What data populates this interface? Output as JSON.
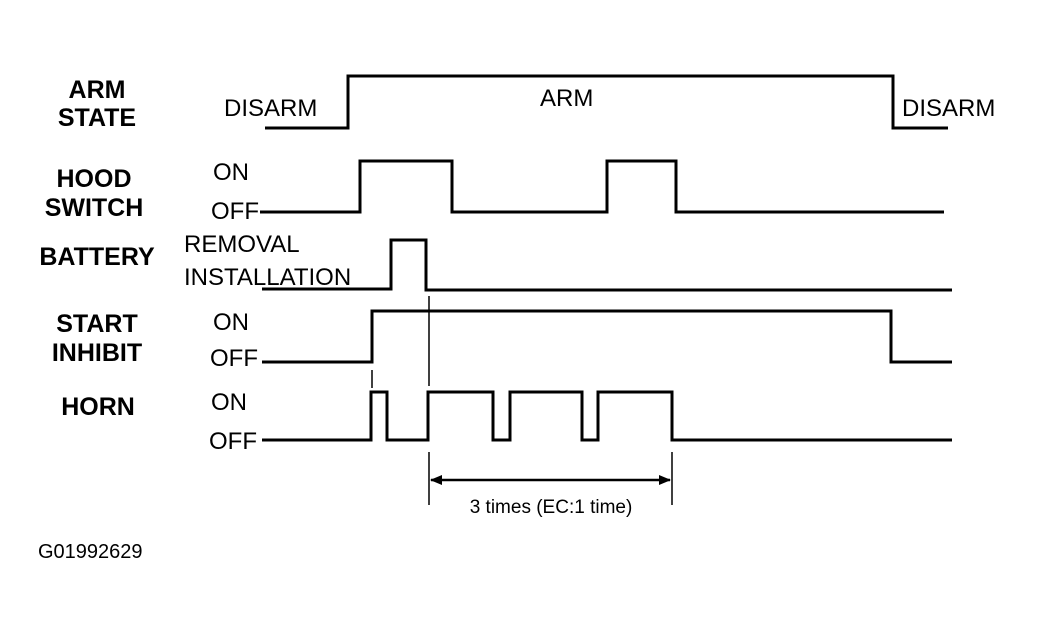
{
  "signals": {
    "arm_state": {
      "name_line1": "ARM",
      "name_line2": "STATE",
      "left_state": "DISARM",
      "mid_state": "ARM",
      "right_state": "DISARM"
    },
    "hood_switch": {
      "name_line1": "HOOD",
      "name_line2": "SWITCH",
      "on_label": "ON",
      "off_label": "OFF"
    },
    "battery": {
      "name_line1": "BATTERY",
      "upper_label": "REMOVAL",
      "lower_label": "INSTALLATION"
    },
    "start_inhibit": {
      "name_line1": "START",
      "name_line2": "INHIBIT",
      "on_label": "ON",
      "off_label": "OFF"
    },
    "horn": {
      "name_line1": "HORN",
      "on_label": "ON",
      "off_label": "OFF"
    }
  },
  "horn_interval_note": "3 times (EC:1 time)",
  "figure_id": "G01992629"
}
